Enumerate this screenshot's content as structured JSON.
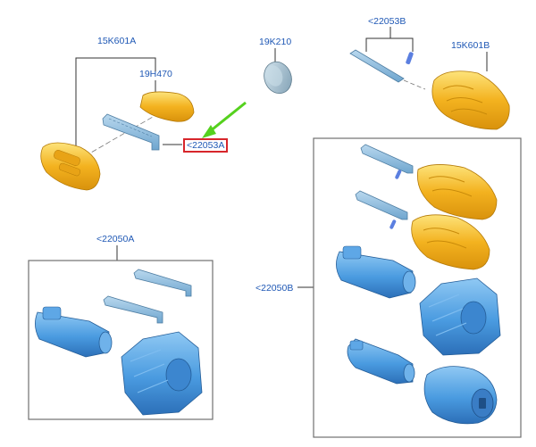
{
  "labels": {
    "l_15K601A": "15K601A",
    "l_19H470": "19H470",
    "l_19K210": "19K210",
    "l_22053B": "<22053B",
    "l_15K601B": "15K601B",
    "l_22053A": "<22053A",
    "l_22050A": "<22050A",
    "l_22050B": "<22050B"
  },
  "colors": {
    "label_text": "#1f58b5",
    "highlight_box": "#d7262b",
    "pointer_arrow": "#55d11e",
    "fob_yellow": "#f3b21f",
    "cylinder_blue": "#4a9be0",
    "frame_gray": "#707070"
  },
  "highlighted_part": "l_22053A"
}
